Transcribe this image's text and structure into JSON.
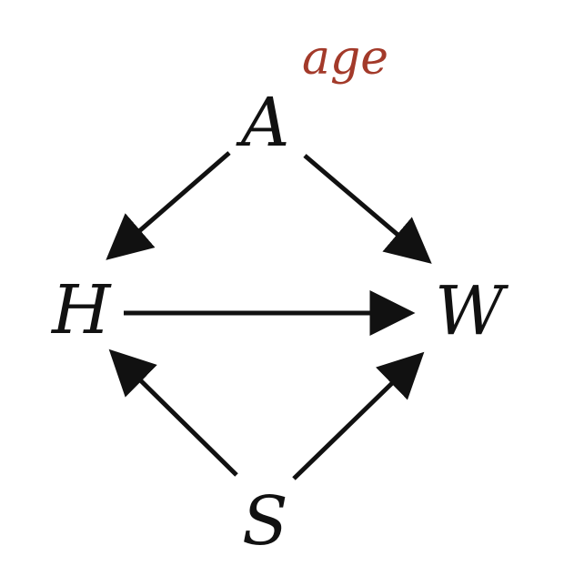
{
  "nodes": {
    "a": {
      "label": "A"
    },
    "h": {
      "label": "H"
    },
    "w": {
      "label": "W"
    },
    "s": {
      "label": "S"
    }
  },
  "annotation": {
    "text": "age",
    "color": "#a33a2a"
  },
  "edges": [
    {
      "from": "A",
      "to": "H"
    },
    {
      "from": "A",
      "to": "W"
    },
    {
      "from": "H",
      "to": "W"
    },
    {
      "from": "S",
      "to": "H"
    },
    {
      "from": "S",
      "to": "W"
    }
  ]
}
